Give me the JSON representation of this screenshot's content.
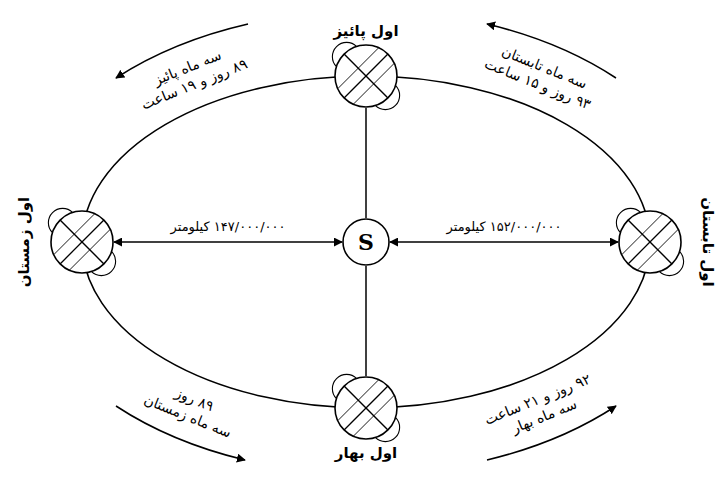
{
  "diagram": {
    "nodes": [
      {
        "text": [
          "اول پائیز"
        ]
      },
      {
        "text": [
          "اول زمستان"
        ]
      },
      {
        "text": [
          "S"
        ]
      },
      {
        "text": [
          "اول تابستان"
        ]
      },
      {
        "text": [
          "اول بهار"
        ]
      }
    ],
    "edges": [
      {
        "from": 1,
        "to": 2,
        "arrow": "both",
        "label": "۱۴۷/۰۰۰/۰۰۰ کیلومتر"
      },
      {
        "from": 2,
        "to": 3,
        "arrow": "both",
        "label": "۱۵۲/۰۰۰/۰۰۰ کیلومتر"
      },
      {
        "from": 0,
        "to": 2,
        "arrow": "none"
      },
      {
        "from": 2,
        "to": 4,
        "arrow": "none"
      }
    ],
    "labels": [
      "سه ماه پائیز",
      "۸۹ روز و ۱۹ ساعت",
      "سه ماه تابستان",
      "۹۳ روز و ۱۵ ساعت",
      "۸۹ روز",
      "سه ماه زمستان",
      "۹۲ روز و ۲۱ ساعت",
      "سه ماه بهار"
    ]
  }
}
